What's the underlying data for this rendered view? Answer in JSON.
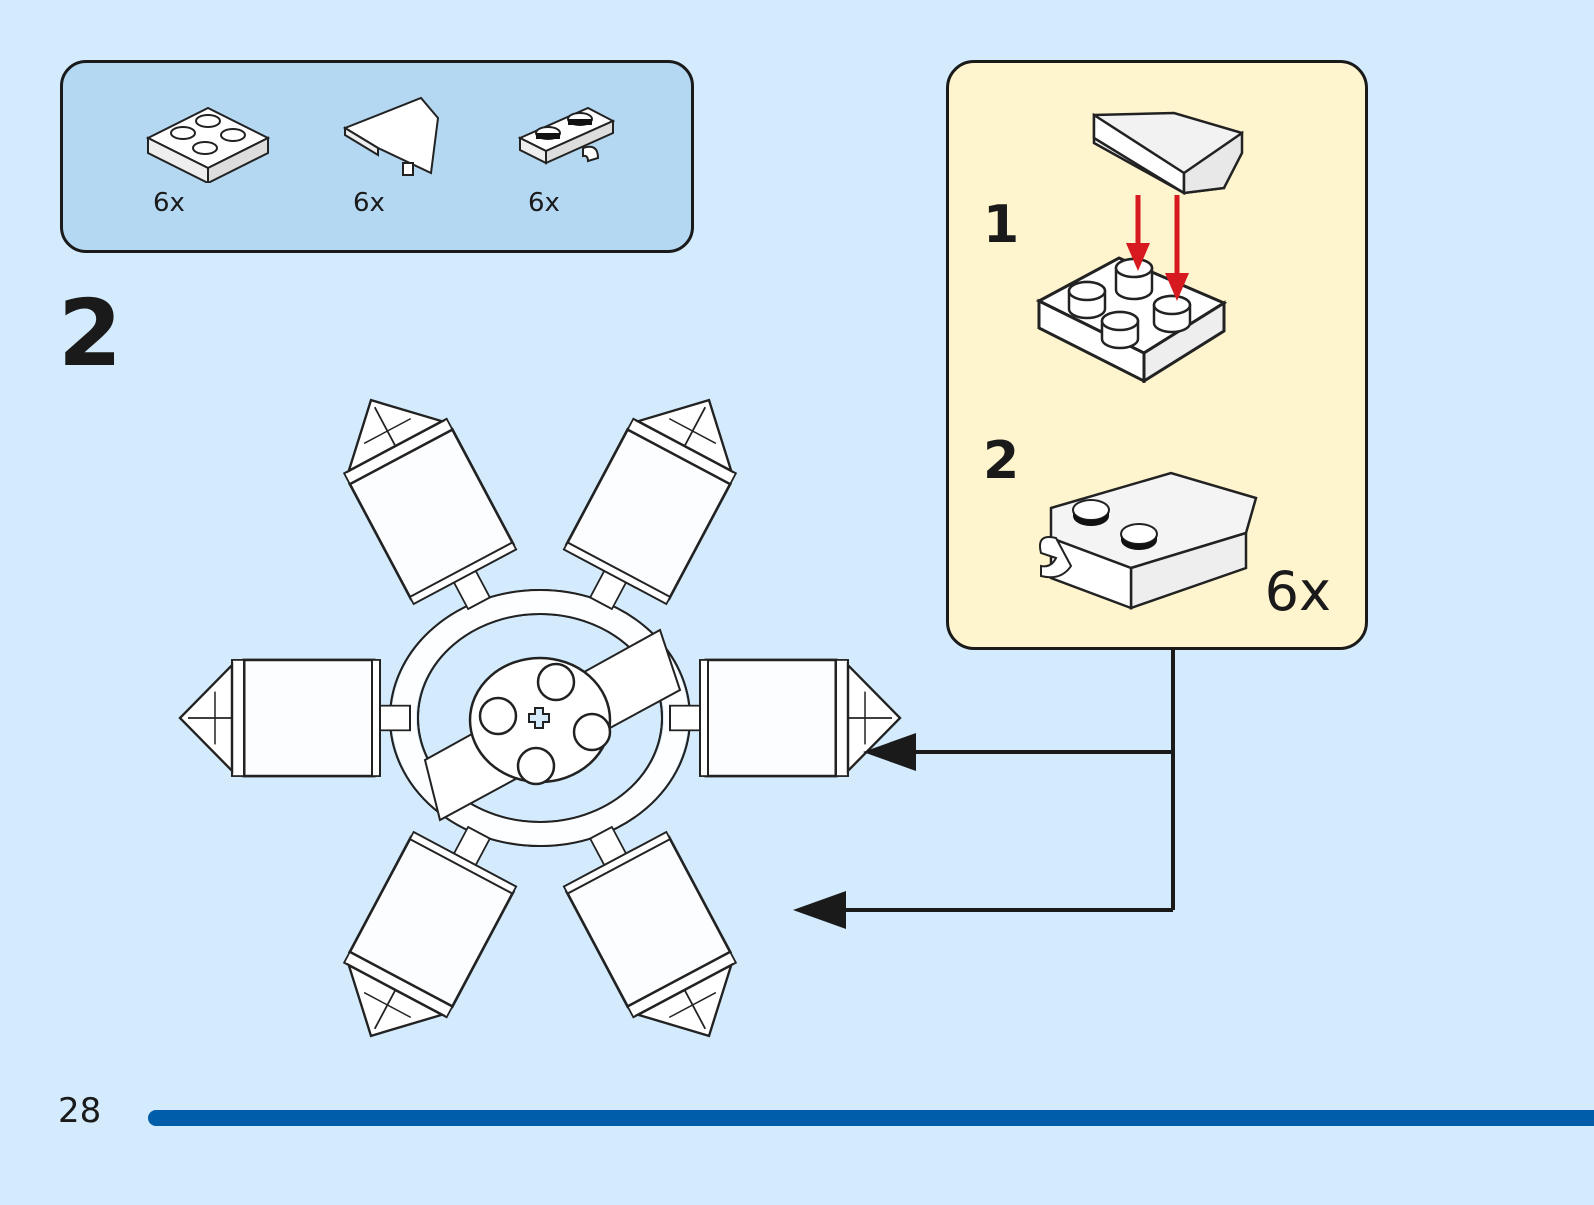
{
  "page": {
    "number": "28",
    "background": "#d3ebfc"
  },
  "parts_list": {
    "background": "#b4d8f2",
    "items": [
      {
        "icon": "plate-2x2-icon",
        "quantity": "6x"
      },
      {
        "icon": "wedge-slope-icon",
        "quantity": "6x"
      },
      {
        "icon": "plate-with-clip-icon",
        "quantity": "6x"
      }
    ]
  },
  "step": {
    "number": "2"
  },
  "sub_assembly": {
    "background": "#fef4cd",
    "steps": [
      {
        "number": "1",
        "icon": "wedge-onto-plate-icon"
      },
      {
        "number": "2",
        "icon": "completed-subassembly-icon"
      }
    ],
    "quantity": "6x",
    "arrow_color": "#d71920"
  },
  "main_model": {
    "icon": "hexagonal-wheel-assembly-icon",
    "petal_count": 6
  },
  "progress": {
    "fraction": 1.0,
    "color": "#005daa"
  }
}
